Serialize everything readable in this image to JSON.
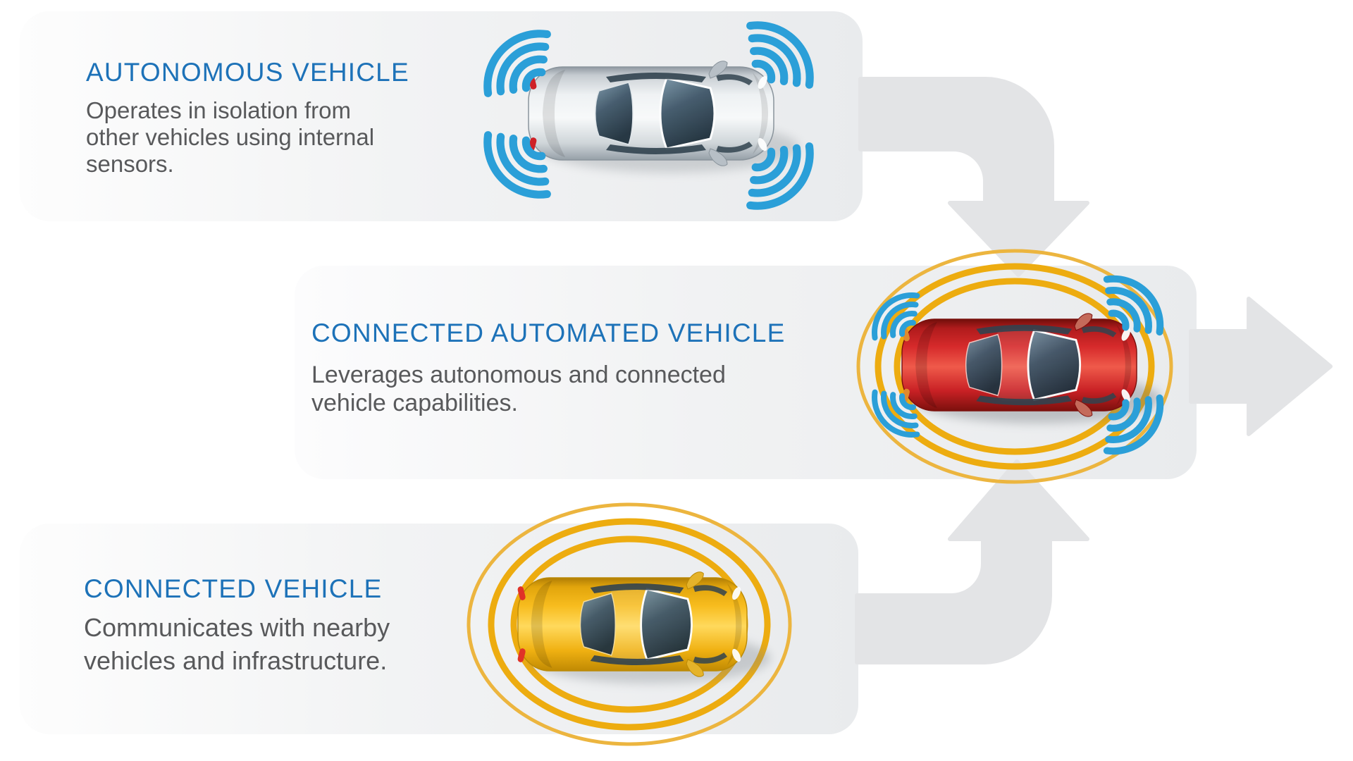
{
  "sections": [
    {
      "id": "autonomous",
      "title": "AUTONOMOUS VEHICLE",
      "description": "Operates in isolation from\nother vehicles using internal\nsensors."
    },
    {
      "id": "connected-automated",
      "title": "CONNECTED AUTOMATED VEHICLE",
      "description": "Leverages autonomous and connected\nvehicle capabilities."
    },
    {
      "id": "connected",
      "title": "CONNECTED VEHICLE",
      "description": "Communicates with nearby\nvehicles and infrastructure."
    }
  ],
  "cars": [
    {
      "id": "autonomous-car",
      "color_name": "silver",
      "features": "blue internal sensor arcs"
    },
    {
      "id": "connected-automated-car",
      "color_name": "red",
      "features": "blue sensor arcs and gold connectivity rings"
    },
    {
      "id": "connected-car",
      "color_name": "yellow",
      "features": "gold connectivity rings"
    }
  ],
  "colors": {
    "title_blue": "#1d72b8",
    "body_text_gray": "#58595b",
    "sensor_arc_blue": "#2b9fd8",
    "connectivity_ring_gold": "#edac10",
    "arrow_gray": "#e3e4e6",
    "band_gray": "#e9ebed"
  }
}
